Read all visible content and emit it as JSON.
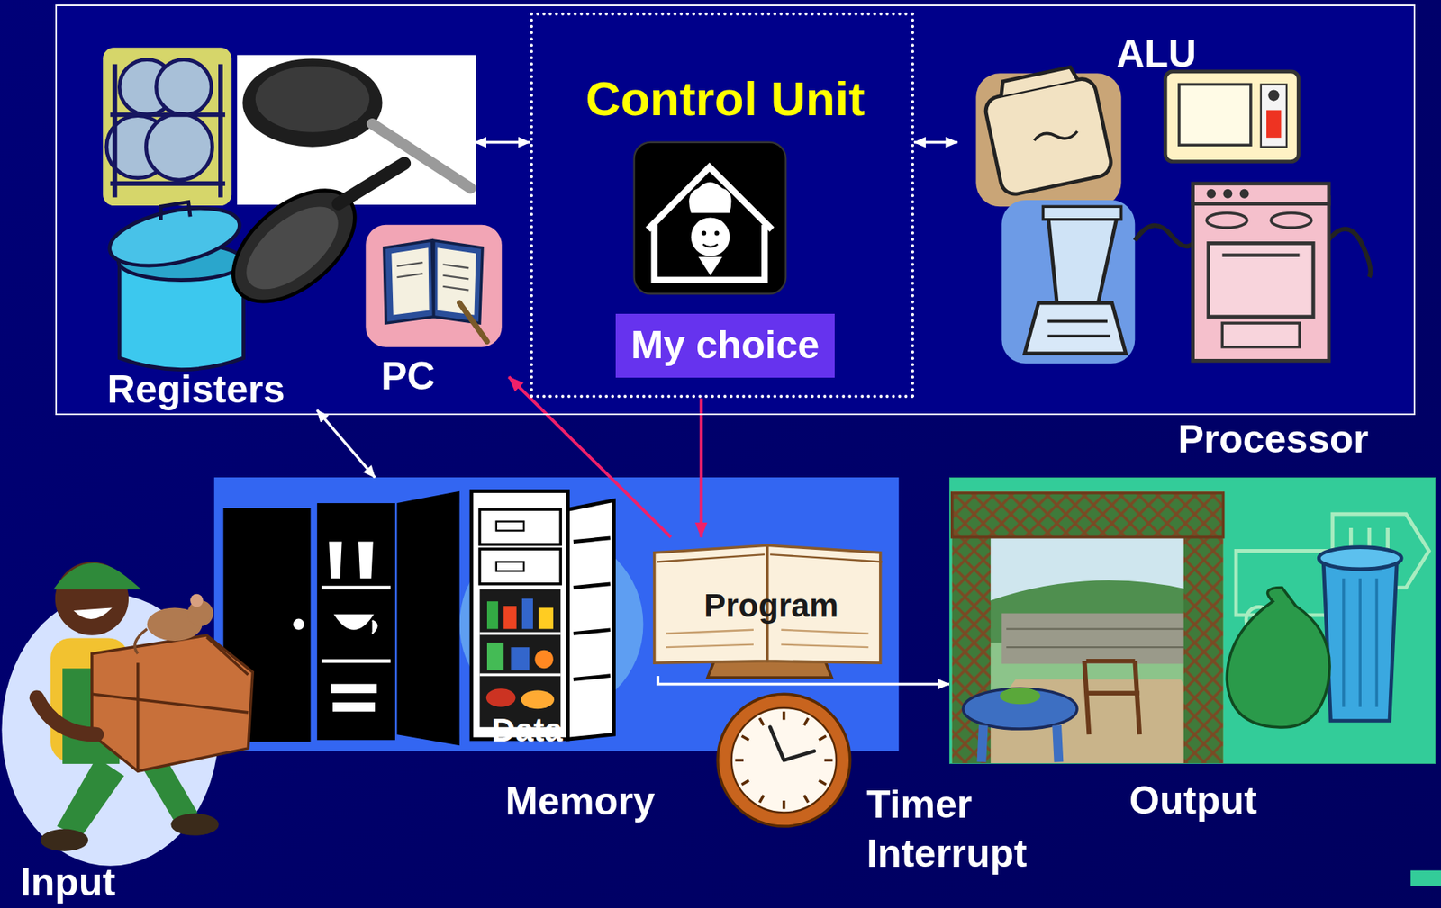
{
  "diagram": {
    "nodes": [
      {
        "text": [
          "Processor"
        ]
      },
      {
        "text": [
          "Registers"
        ],
        "in": 0
      },
      {
        "text": [
          "PC"
        ],
        "in": 0
      },
      {
        "text": [
          "Control Unit",
          "My choice"
        ],
        "in": 0
      },
      {
        "text": [
          "ALU"
        ],
        "in": 0
      },
      {
        "text": [
          "Data",
          "Memory"
        ]
      },
      {
        "text": [
          "Program"
        ],
        "in": 5
      },
      {
        "text": [
          "Output"
        ]
      }
    ],
    "edges": [
      {
        "from": 3,
        "to": 1,
        "arrow": "both"
      },
      {
        "from": 3,
        "to": 4,
        "arrow": "both"
      },
      {
        "from": 1,
        "to": 5,
        "arrow": "both"
      },
      {
        "from": 3,
        "to": 6,
        "arrow": "to"
      },
      {
        "from": 6,
        "to": 2,
        "arrow": "to"
      },
      {
        "from": 6,
        "to": 7,
        "arrow": "to"
      }
    ],
    "labels": [
      "Timer Interrupt",
      "Input"
    ]
  }
}
